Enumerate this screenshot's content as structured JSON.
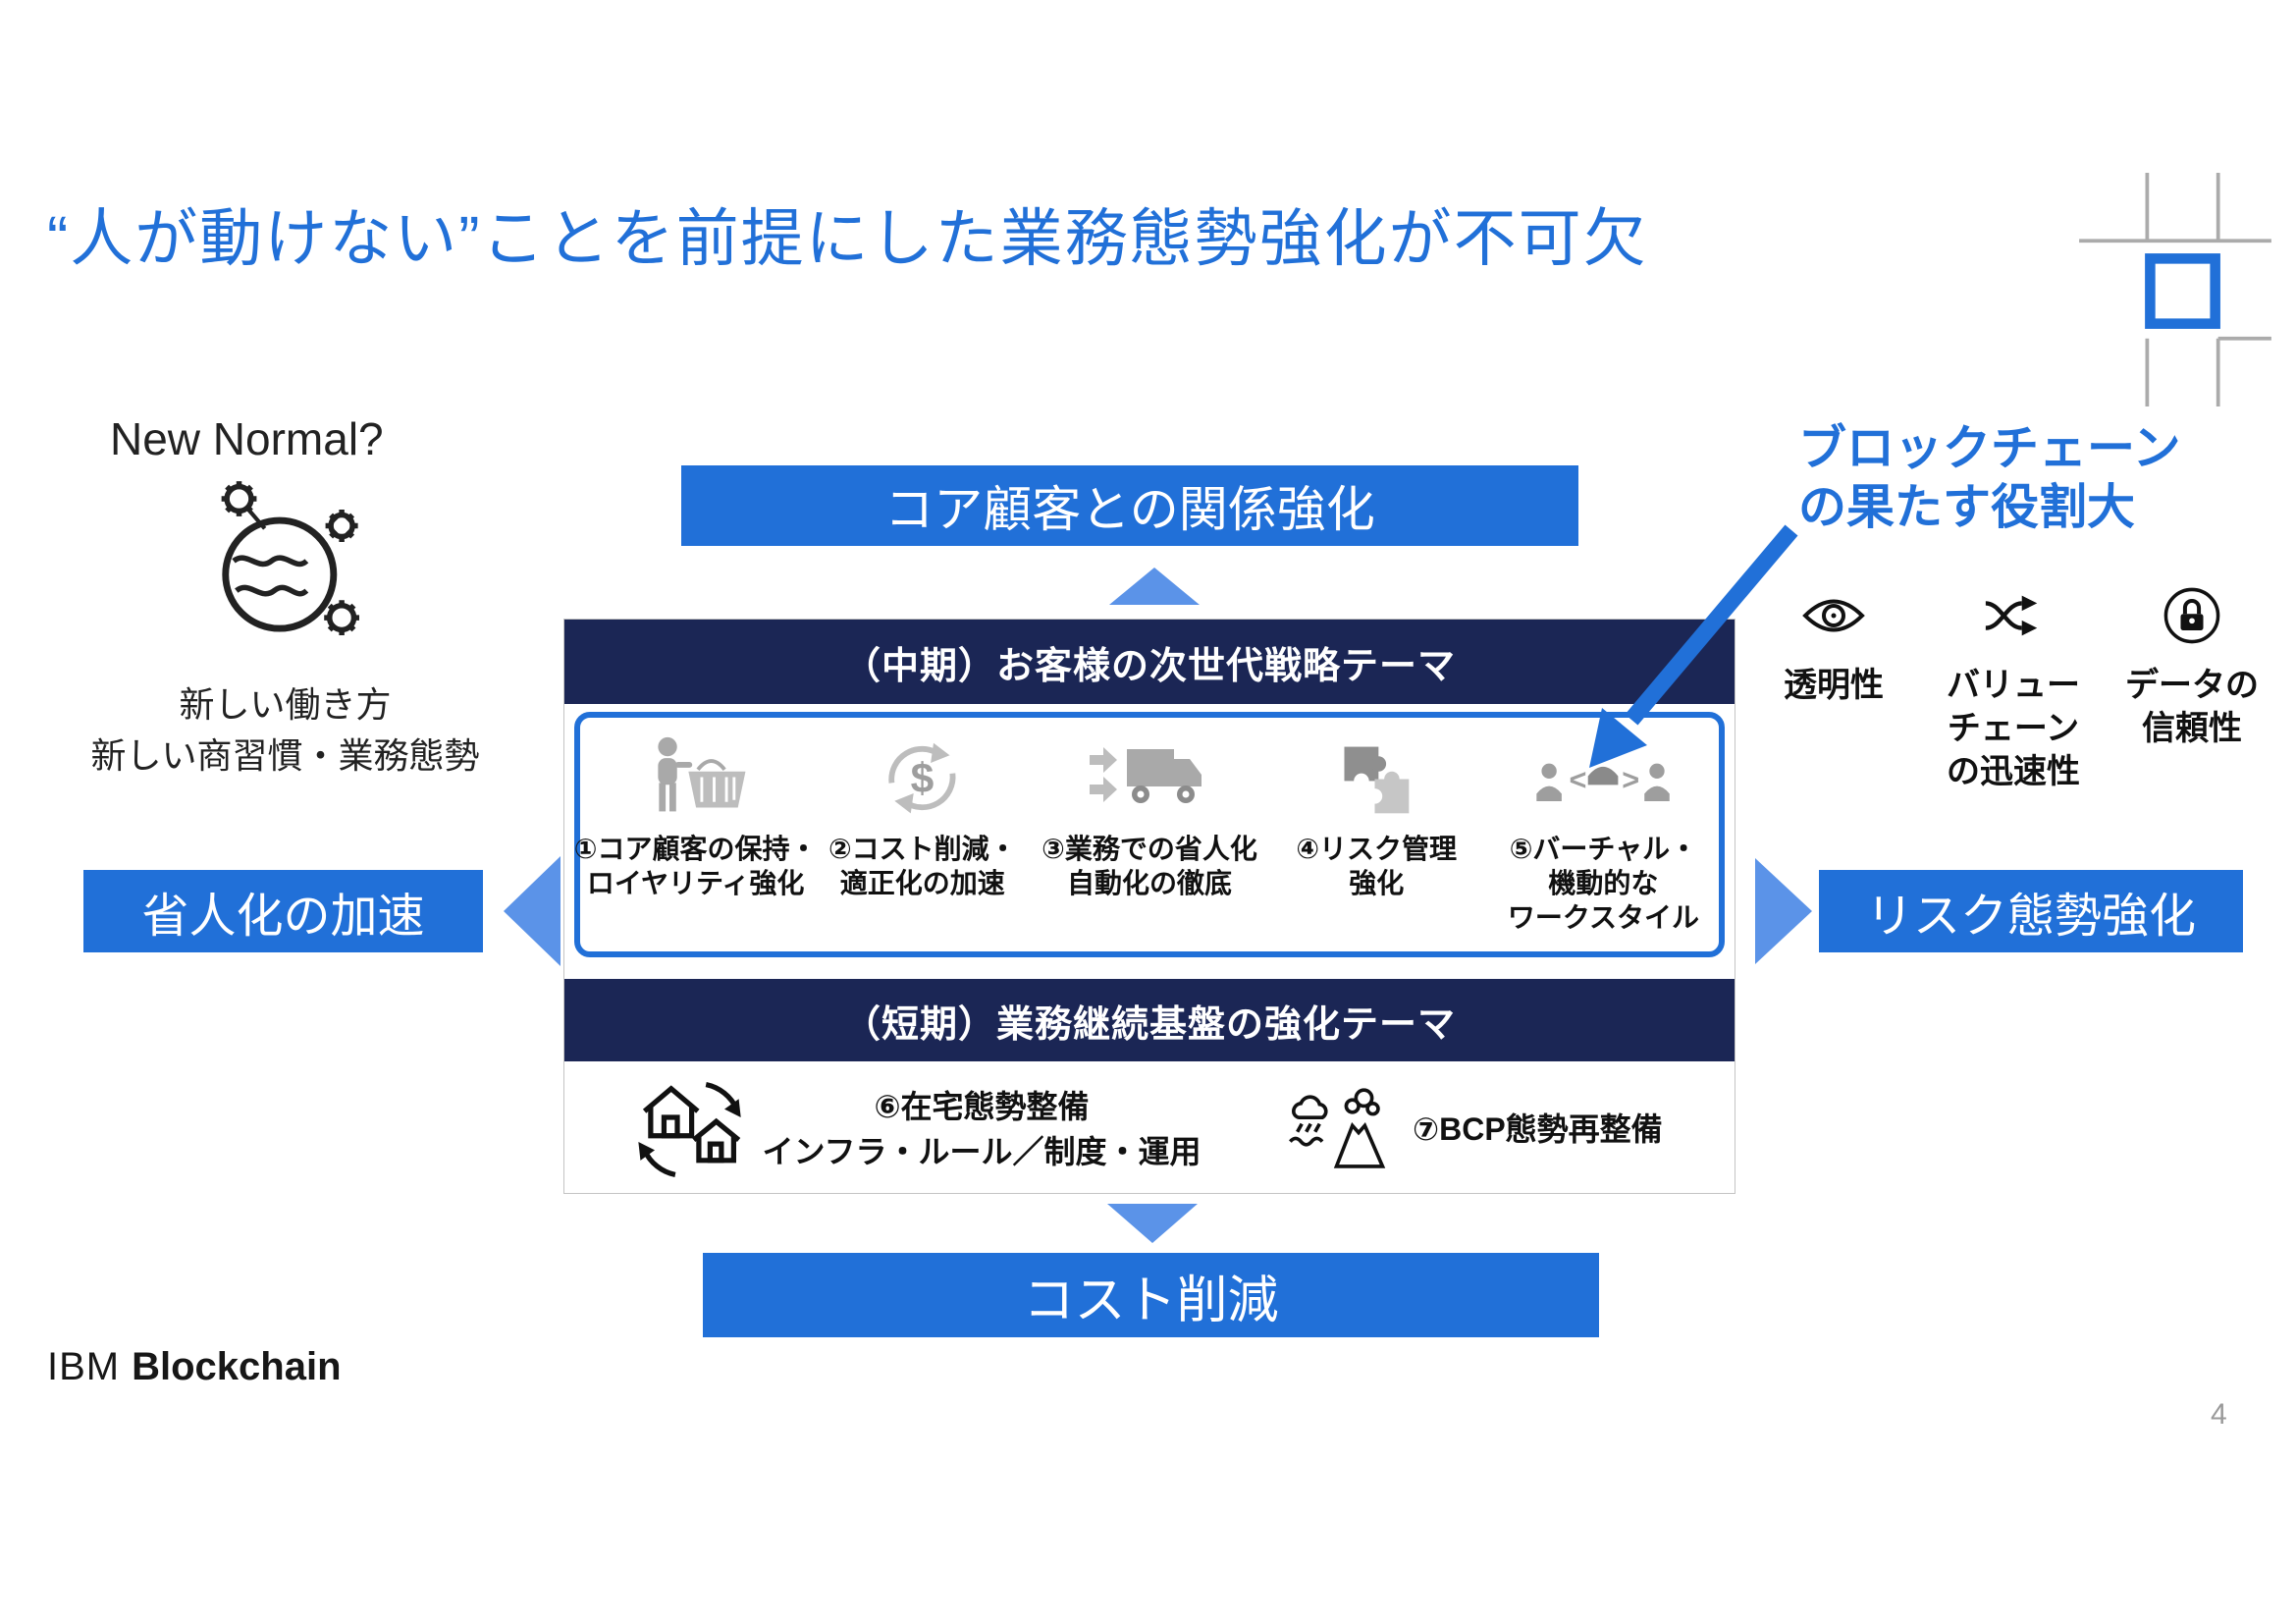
{
  "slide": {
    "title": "“人が動けない”ことを前提にした業務態勢強化が不可欠",
    "page_number": "4"
  },
  "footer": {
    "ibm": "IBM",
    "product": "Blockchain"
  },
  "left": {
    "new_normal": "New Normal?",
    "desc": "新しい働き方\n新しい商習慣・業務態勢",
    "accel_box": "省人化の加速"
  },
  "boxes": {
    "top": "コア顧客との関係強化",
    "right": "リスク態勢強化",
    "bottom": "コスト削減"
  },
  "center": {
    "mid_header": "（中期）お客様の次世代戦略テーマ",
    "items": [
      {
        "icon": "customer-basket-icon",
        "label": "①コア顧客の保持・\nロイヤリティ強化"
      },
      {
        "icon": "cost-cycle-icon",
        "label": "②コスト削減・\n適正化の加速"
      },
      {
        "icon": "delivery-truck-icon",
        "label": "③業務での省人化\n自動化の徹底"
      },
      {
        "icon": "risk-puzzle-icon",
        "label": "④リスク管理\n強化"
      },
      {
        "icon": "virtual-workstyle-icon",
        "label": "⑤バーチャル・\n機動的な\nワークスタイル"
      }
    ],
    "short_header": "（短期）業務継続基盤の強化テーマ",
    "home_label": "⑥在宅態勢整備\nインフラ・ルール／制度・運用",
    "bcp_label": "⑦BCP態勢再整備"
  },
  "blockchain": {
    "callout": "ブロックチェーン\nの果たす役割大",
    "features": [
      {
        "icon": "eye-icon",
        "label": "透明性"
      },
      {
        "icon": "shuffle-icon",
        "label": "バリュー\nチェーン\nの迅速性"
      },
      {
        "icon": "lock-icon",
        "label": "データの\n信頼性"
      }
    ]
  },
  "colors": {
    "accent_blue": "#2170D8",
    "navy_header": "#1B2655",
    "arrow_light_blue": "#5B93E8",
    "icon_gray": "#A9A9A9"
  }
}
